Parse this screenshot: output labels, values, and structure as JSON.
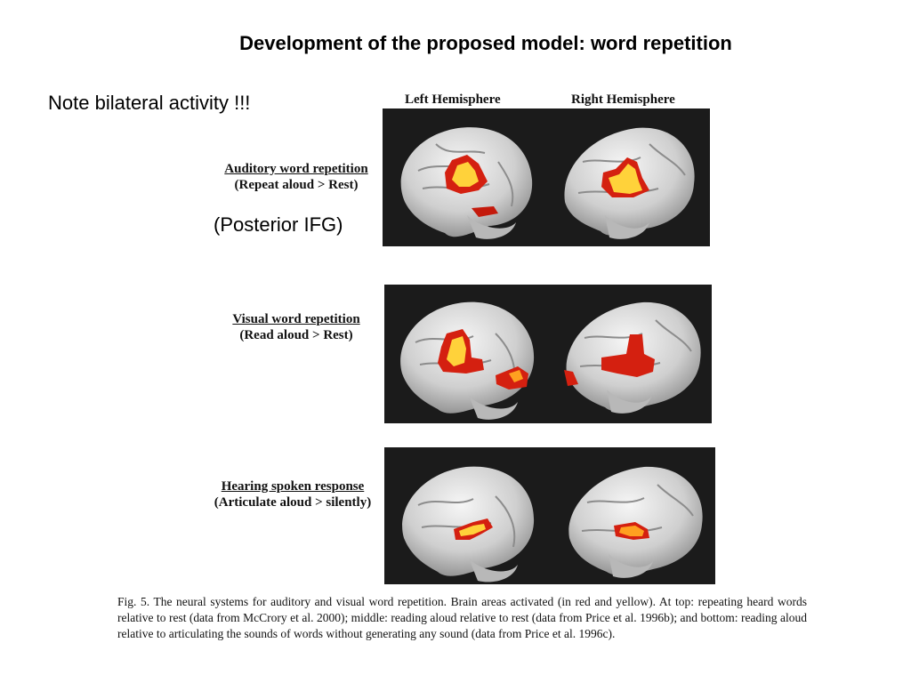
{
  "title": "Development of the proposed model: word repetition",
  "note": "Note bilateral activity !!!",
  "hemispheres": {
    "left": "Left Hemisphere",
    "right": "Right Hemisphere"
  },
  "conditions": [
    {
      "name": "Auditory word repetition",
      "contrast": "(Repeat aloud > Rest)"
    },
    {
      "name": "Visual word repetition",
      "contrast": "(Read aloud > Rest)"
    },
    {
      "name": "Hearing spoken response",
      "contrast": "(Articulate  aloud >  silently)"
    }
  ],
  "annotation": "(Posterior IFG)",
  "caption": "Fig. 5. The neural systems for auditory and visual word repetition. Brain areas activated (in red and yellow). At top: repeating heard words relative to rest (data from McCrory et al. 2000); middle: reading aloud relative to rest (data from Price et al. 1996b); and bottom: reading aloud relative to articulating the sounds of words without generating any sound (data from Price et al. 1996c).",
  "colors": {
    "panel_bg": "#1b1b1b",
    "brain": "#dcdcdc",
    "activation_red": "#d42010",
    "activation_yellow": "#ffd23a"
  }
}
